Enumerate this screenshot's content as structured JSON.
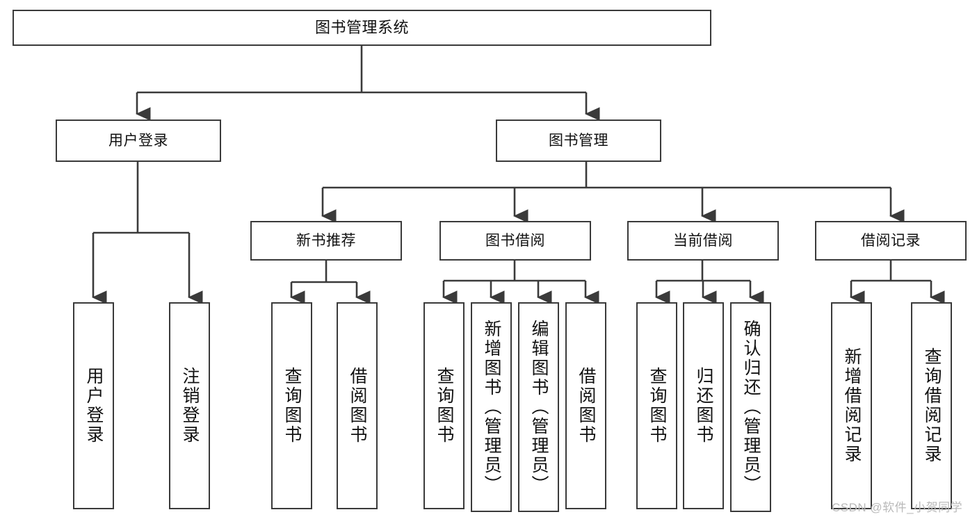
{
  "diagram": {
    "title": "图书管理系统",
    "type": "tree",
    "root": {
      "label": "图书管理系统"
    },
    "level2": [
      {
        "label": "用户登录"
      },
      {
        "label": "图书管理"
      }
    ],
    "level3": [
      {
        "label": "新书推荐"
      },
      {
        "label": "图书借阅"
      },
      {
        "label": "当前借阅"
      },
      {
        "label": "借阅记录"
      }
    ],
    "leaves": {
      "user_login": [
        {
          "label": "用户登录"
        },
        {
          "label": "注销登录"
        }
      ],
      "new_book_recommend": [
        {
          "label": "查询图书"
        },
        {
          "label": "借阅图书"
        }
      ],
      "book_borrow": [
        {
          "label": "查询图书"
        },
        {
          "label": "新增图书（管理员）"
        },
        {
          "label": "编辑图书（管理员）"
        },
        {
          "label": "借阅图书"
        }
      ],
      "current_borrow": [
        {
          "label": "查询图书"
        },
        {
          "label": "归还图书"
        },
        {
          "label": "确认归还（管理员）"
        }
      ],
      "borrow_record": [
        {
          "label": "新增借阅记录"
        },
        {
          "label": "查询借阅记录"
        }
      ]
    }
  },
  "watermark": {
    "text": "CSDN @软件_小贺同学"
  },
  "colors": {
    "stroke": "#3a3a3a",
    "background": "#ffffff",
    "text": "#111111",
    "watermark": "#b9b9b9"
  }
}
